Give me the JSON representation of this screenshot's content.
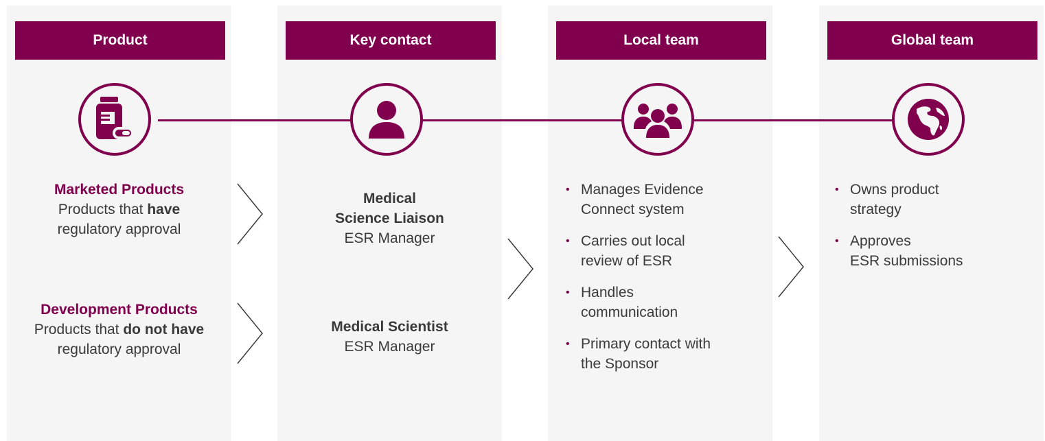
{
  "columns": [
    {
      "header": "Product",
      "icon": "medicine-icon"
    },
    {
      "header": "Key contact",
      "icon": "person-icon"
    },
    {
      "header": "Local team",
      "icon": "team-icon"
    },
    {
      "header": "Global team",
      "icon": "globe-icon"
    }
  ],
  "product": {
    "marketed": {
      "title": "Marketed Products",
      "line1_pre": "Products that ",
      "line1_bold": "have",
      "line2": "regulatory approval"
    },
    "development": {
      "title": "Development Products",
      "line1_pre": "Products that ",
      "line1_bold": "do not have",
      "line2": "regulatory approval"
    }
  },
  "key_contact": {
    "msl": {
      "title_line1": "Medical",
      "title_line2": "Science Liaison",
      "role": "ESR Manager"
    },
    "ms": {
      "title": "Medical Scientist",
      "role": "ESR Manager"
    }
  },
  "local_team": {
    "bullets": [
      {
        "line1": "Manages Evidence",
        "line2": "Connect system"
      },
      {
        "line1": "Carries out local",
        "line2": "review of ESR"
      },
      {
        "line1": "Handles",
        "line2": "communication"
      },
      {
        "line1": "Primary contact with",
        "line2": "the Sponsor"
      }
    ]
  },
  "global_team": {
    "bullets": [
      {
        "line1": "Owns product",
        "line2": "strategy"
      },
      {
        "line1": "Approves",
        "line2": "ESR submissions"
      }
    ]
  },
  "bullet_glyph": "•",
  "colors": {
    "accent": "#80004e",
    "panel": "#f5f5f5",
    "text": "#3a3a3a"
  }
}
